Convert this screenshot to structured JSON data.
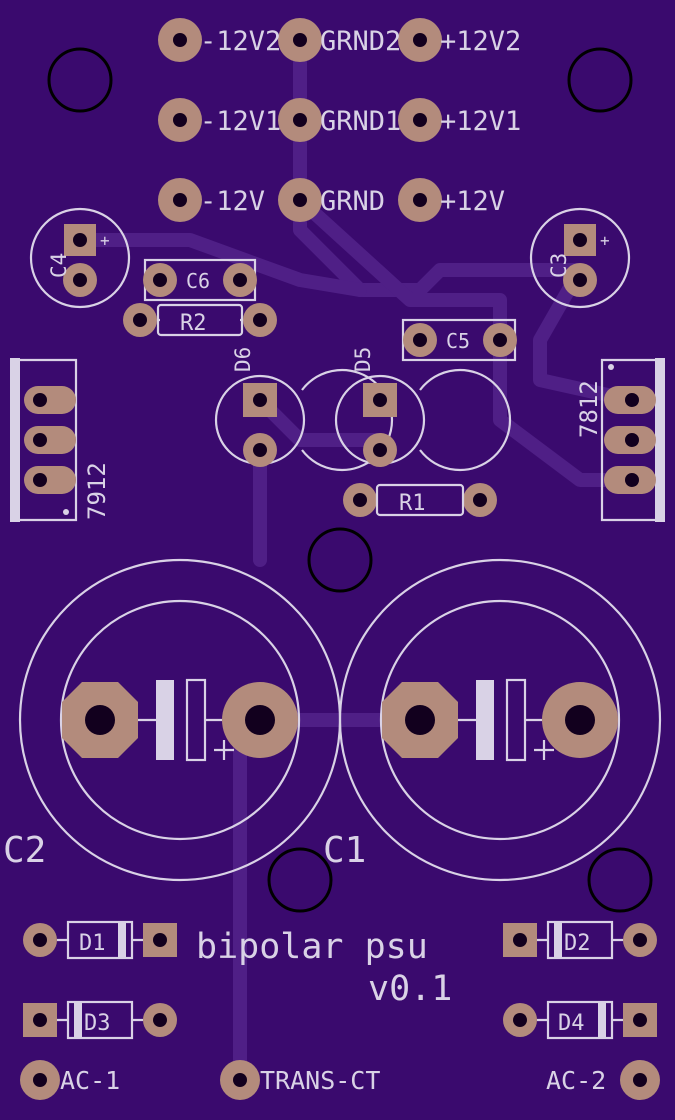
{
  "board": {
    "background": "#3a0a6e",
    "silk_color": "#d9d2e6",
    "copper_color": "#b38b7c",
    "trace_color": "#4f1f86"
  },
  "connectors": {
    "row2": {
      "neg": "-12V2",
      "gnd": "GRND2",
      "pos": "+12V2"
    },
    "row1": {
      "neg": "-12V1",
      "gnd": "GRND1",
      "pos": "+12V1"
    },
    "row0": {
      "neg": "-12V",
      "gnd": "GRND",
      "pos": "+12V"
    }
  },
  "parts": {
    "c4": "C4",
    "c3": "C3",
    "c6": "C6",
    "c5": "C5",
    "r2": "R2",
    "r1": "R1",
    "d6": "D6",
    "d5": "D5",
    "reg_left": "7912",
    "reg_right": "7812",
    "c2": "C2",
    "c1": "C1",
    "d1": "D1",
    "d2": "D2",
    "d3": "D3",
    "d4": "D4"
  },
  "title": {
    "line1": "bipolar psu",
    "line2": "v0.1"
  },
  "inputs": {
    "ac1": "AC-1",
    "trans_ct": "TRANS-CT",
    "ac2": "AC-2"
  }
}
